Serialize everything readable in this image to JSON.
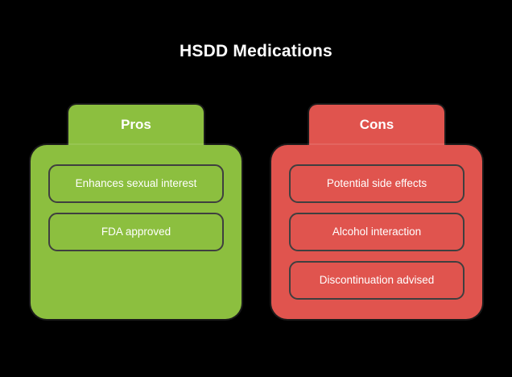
{
  "background_color": "#000000",
  "title": "HSDD Medications",
  "title_color": "#ffffff",
  "chart_data": {
    "type": "table",
    "title": "HSDD Medications",
    "xlabel": "",
    "ylabel": "",
    "categories": [
      "Pros",
      "Cons"
    ],
    "series": [
      {
        "name": "Pros",
        "color": "#8CBF3F",
        "values": [
          "Enhances sexual interest",
          "FDA approved"
        ]
      },
      {
        "name": "Cons",
        "color": "#E0544E",
        "values": [
          "Potential side effects",
          "Alcohol interaction",
          "Discontinuation advised"
        ]
      }
    ]
  },
  "columns": [
    {
      "header": "Pros",
      "color": "#8CBF3F",
      "item_border_color": "#3f3f3f",
      "items": [
        {
          "label": "Enhances sexual interest"
        },
        {
          "label": "FDA approved"
        }
      ]
    },
    {
      "header": "Cons",
      "color": "#E0544E",
      "item_border_color": "#3f3f3f",
      "items": [
        {
          "label": "Potential side effects"
        },
        {
          "label": "Alcohol interaction"
        },
        {
          "label": "Discontinuation advised"
        }
      ]
    }
  ]
}
